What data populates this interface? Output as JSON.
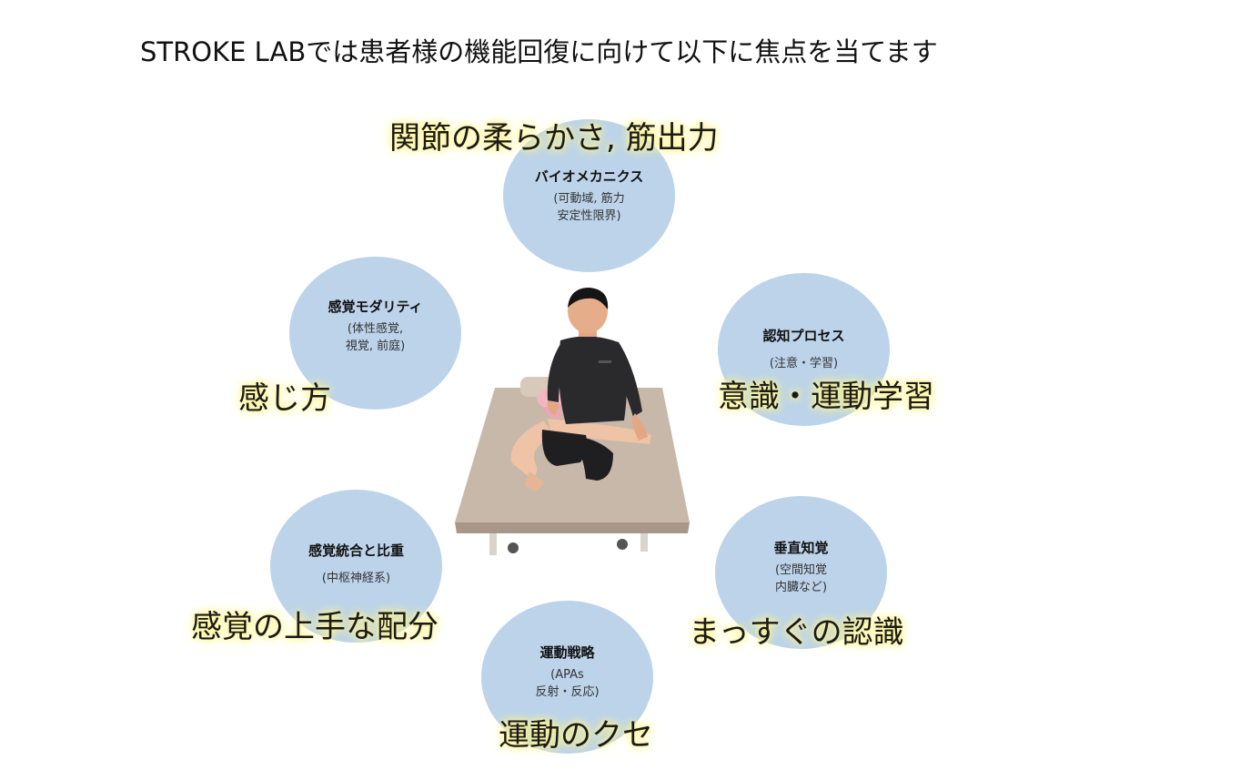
{
  "title": "STROKE LABでは患者様の機能回復に向けて以下に焦点を当てます",
  "nodes": {
    "biomechanics": {
      "head": "バイオメカニクス",
      "sub1": "(可動域, 筋力",
      "sub2": "安定性限界)",
      "highlight": "関節の柔らかさ, 筋出力"
    },
    "sensory_modality": {
      "head": "感覚モダリティ",
      "sub1": "(体性感覚,",
      "sub2": "視覚, 前庭)",
      "highlight": "感じ方"
    },
    "cognitive_process": {
      "head": "認知プロセス",
      "sub1": "(注意・学習)",
      "highlight": "意識・運動学習"
    },
    "sensory_integration": {
      "head": "感覚統合と比重",
      "sub1": "(中枢神経系)",
      "highlight": "感覚の上手な配分"
    },
    "vertical_perception": {
      "head": "垂直知覚",
      "sub1": "(空間知覚",
      "sub2": "内臓など)",
      "highlight": "まっすぐの認識"
    },
    "motor_strategy": {
      "head": "運動戦略",
      "sub1": "(APAs",
      "sub2": "反射・反応)",
      "highlight": "運動のクセ"
    }
  },
  "colors": {
    "circle": "#bcd3ea",
    "highlight_glow": "#fff27a"
  }
}
